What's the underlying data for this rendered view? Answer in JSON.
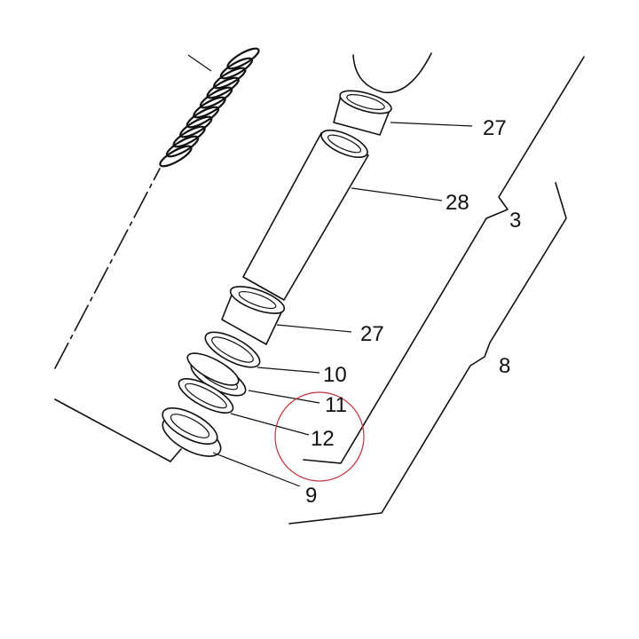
{
  "callouts": {
    "bushing_top": "27",
    "tube": "28",
    "group_3": "3",
    "bushing_bottom": "27",
    "part_10": "10",
    "group_8": "8",
    "part_11": "11",
    "part_12": "12",
    "part_9": "9"
  },
  "colors": {
    "line": "#111111",
    "background": "#ffffff",
    "highlight_circle": "#c0303a"
  }
}
